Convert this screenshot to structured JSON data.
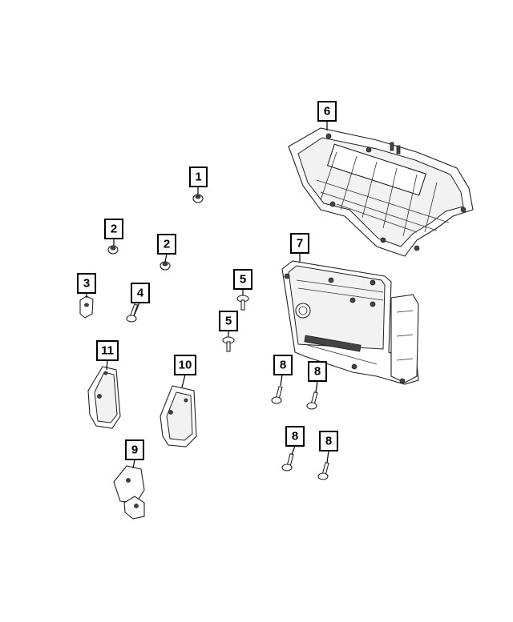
{
  "callouts": [
    {
      "id": "c1",
      "label": "1"
    },
    {
      "id": "c2a",
      "label": "2"
    },
    {
      "id": "c2b",
      "label": "2"
    },
    {
      "id": "c3",
      "label": "3"
    },
    {
      "id": "c4",
      "label": "4"
    },
    {
      "id": "c5a",
      "label": "5"
    },
    {
      "id": "c5b",
      "label": "5"
    },
    {
      "id": "c6",
      "label": "6"
    },
    {
      "id": "c7",
      "label": "7"
    },
    {
      "id": "c8a",
      "label": "8"
    },
    {
      "id": "c8b",
      "label": "8"
    },
    {
      "id": "c8c",
      "label": "8"
    },
    {
      "id": "c8d",
      "label": "8"
    },
    {
      "id": "c9",
      "label": "9"
    },
    {
      "id": "c10",
      "label": "10"
    },
    {
      "id": "c11",
      "label": "11"
    }
  ],
  "colors": {
    "line": "#000000",
    "background": "#ffffff"
  }
}
